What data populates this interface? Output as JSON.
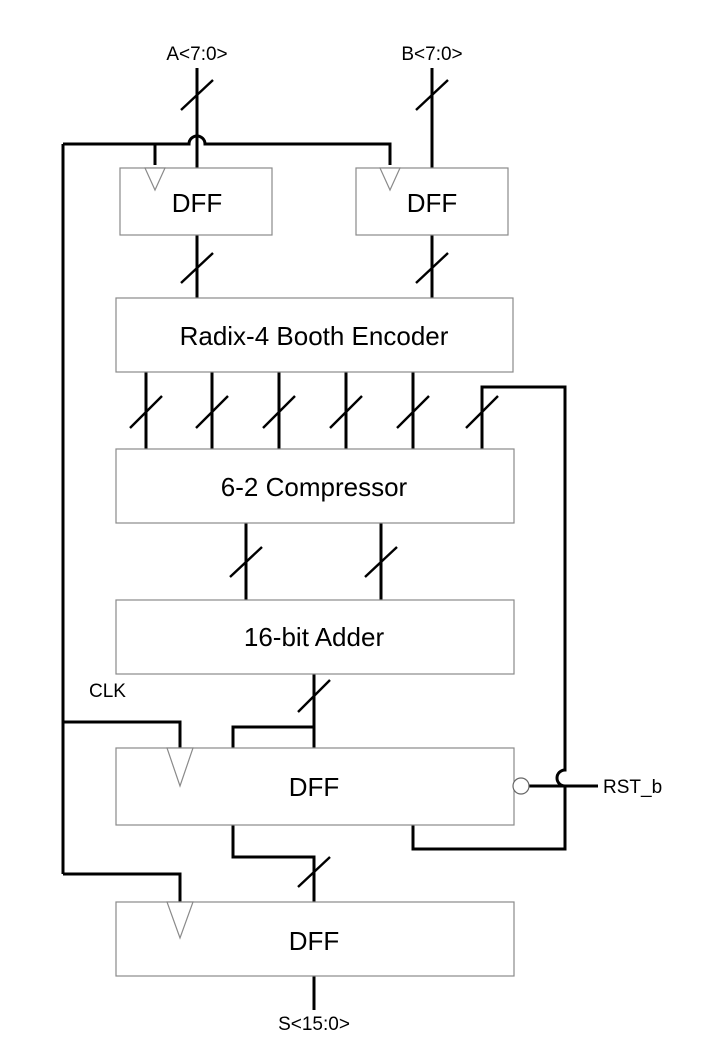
{
  "inputs": {
    "a_bus": "A<7:0>",
    "b_bus": "B<7:0>"
  },
  "outputs": {
    "s_bus": "S<15:0>"
  },
  "signals": {
    "clock": "CLK",
    "reset": "RST_b"
  },
  "blocks": {
    "dff_a": "DFF",
    "dff_b": "DFF",
    "booth_encoder": "Radix-4 Booth Encoder",
    "compressor": "6-2 Compressor",
    "adder": "16-bit Adder",
    "dff_accumulator": "DFF",
    "dff_output": "DFF"
  }
}
